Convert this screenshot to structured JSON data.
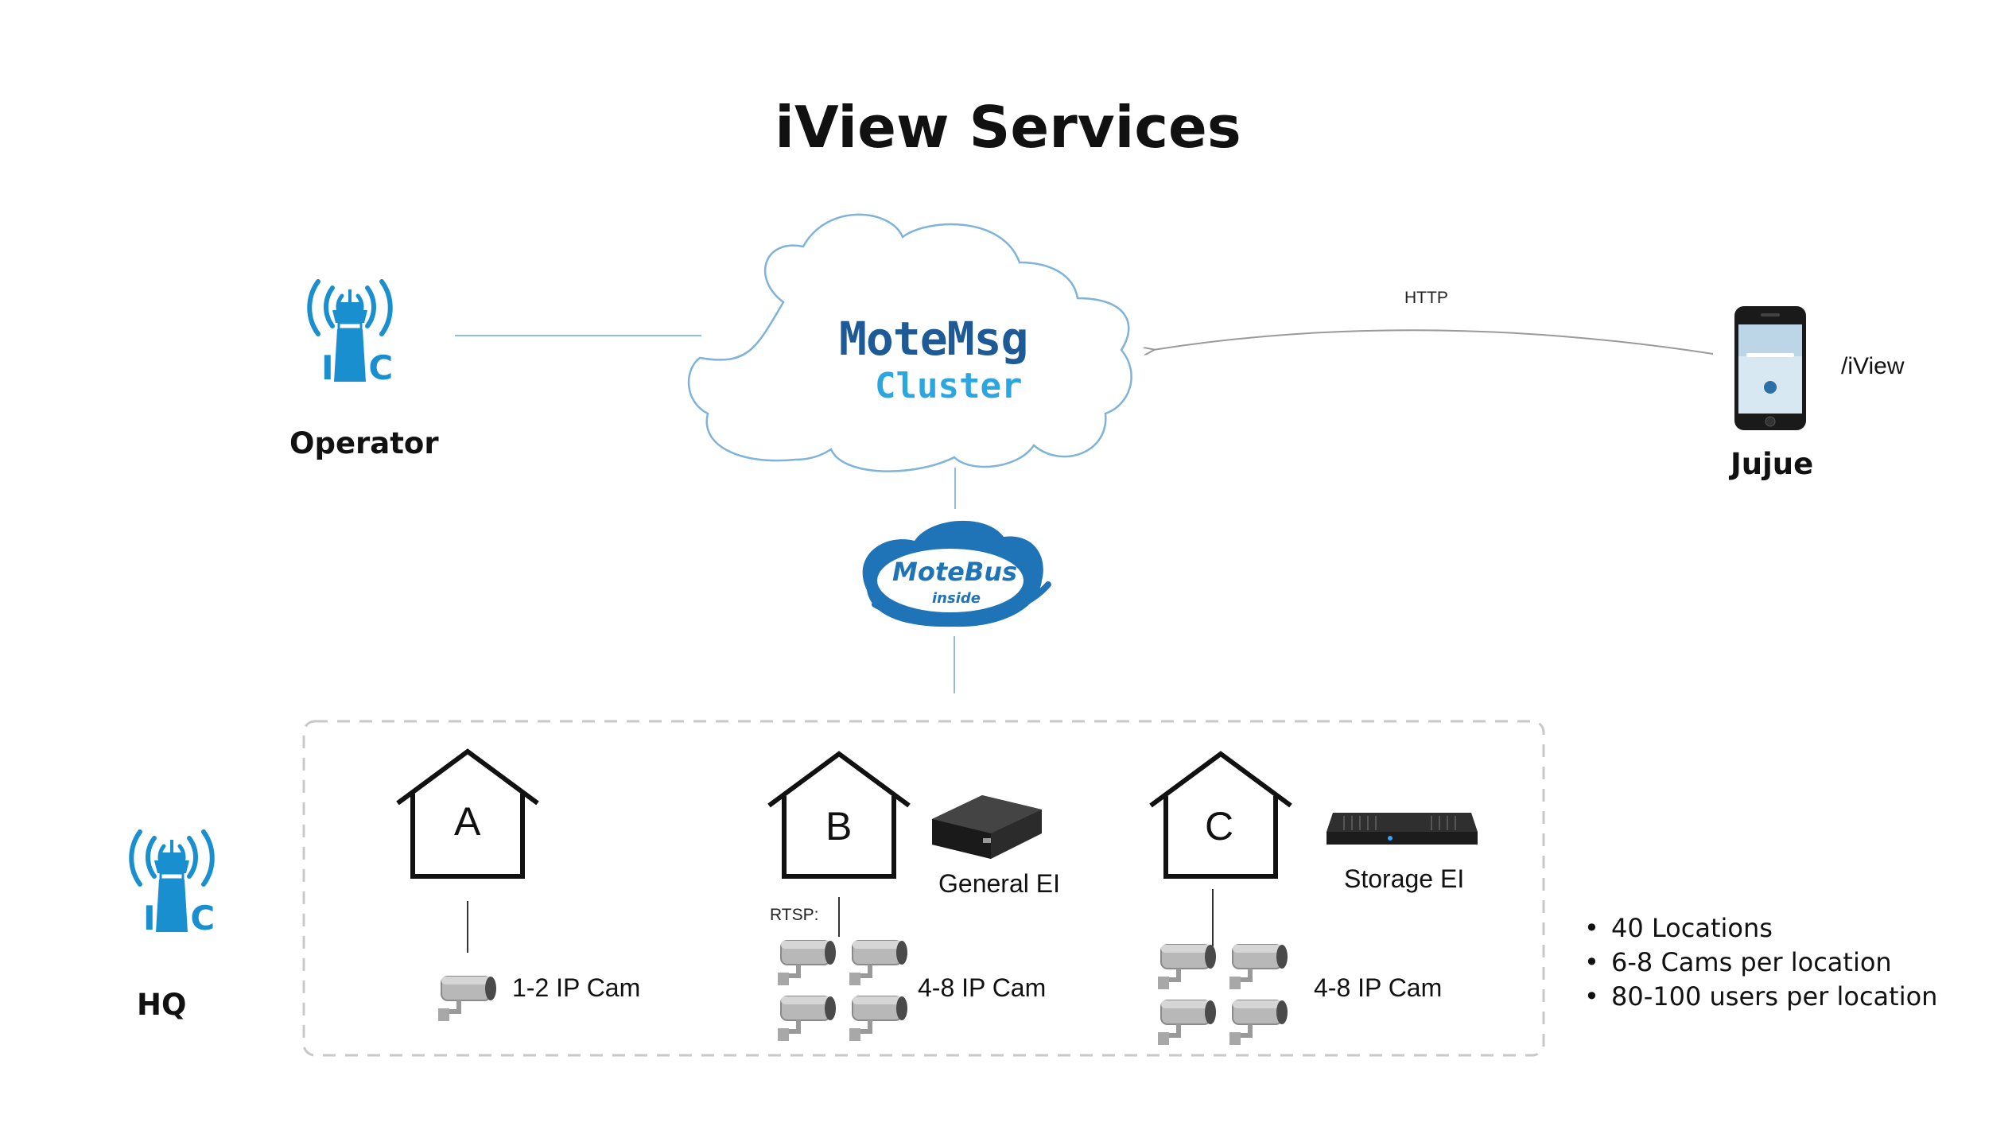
{
  "title": "iView Services",
  "nodes": {
    "operator": {
      "label": "Operator",
      "icon": "ioc-tower-icon",
      "badge": "IOC"
    },
    "cluster": {
      "line1": "MoteMsg",
      "line2": "Cluster",
      "icon": "cloud-icon"
    },
    "motebus": {
      "name": "MoteBus",
      "sub": "inside",
      "icon": "motebus-logo"
    },
    "jujue": {
      "label": "Jujue",
      "path": "/iView",
      "icon": "smartphone-icon"
    },
    "hq": {
      "label": "HQ",
      "icon": "ioc-tower-icon",
      "badge": "IOC"
    }
  },
  "edges": {
    "http": "HTTP",
    "rtsp": "RTSP:"
  },
  "locations": [
    {
      "letter": "A",
      "cams": "1-2 IP Cam",
      "device": ""
    },
    {
      "letter": "B",
      "cams": "4-8 IP Cam",
      "device": "General EI"
    },
    {
      "letter": "C",
      "cams": "4-8 IP Cam",
      "device": "Storage EI"
    }
  ],
  "notes": [
    "40 Locations",
    "6-8 Cams per location",
    "80-100 users per location"
  ],
  "colors": {
    "ioc_blue": "#1a8fd0",
    "cluster_text": "#1e5a96",
    "cluster_sub": "#2ba6e0",
    "cloud_stroke": "#7fb3d9",
    "motebus_blue": "#1f73b7",
    "line_blue": "#8fbde0",
    "dashed_gray": "#c8c8c8"
  }
}
